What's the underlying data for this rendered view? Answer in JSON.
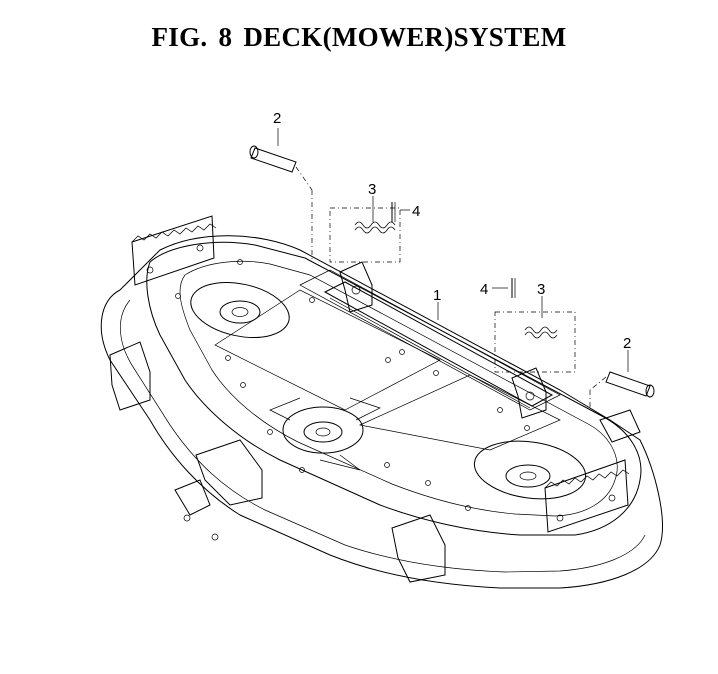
{
  "figure": {
    "title": "FIG. 8 DECK(MOWER)SYSTEM"
  },
  "callouts": {
    "part_1": "1",
    "part_2_top": "2",
    "part_2_right": "2",
    "part_3_top": "3",
    "part_3_right": "3",
    "part_4_top": "4",
    "part_4_right": "4"
  },
  "colors": {
    "deck_fill": "#f2f0d9",
    "line": "#000000",
    "background": "#ffffff"
  }
}
